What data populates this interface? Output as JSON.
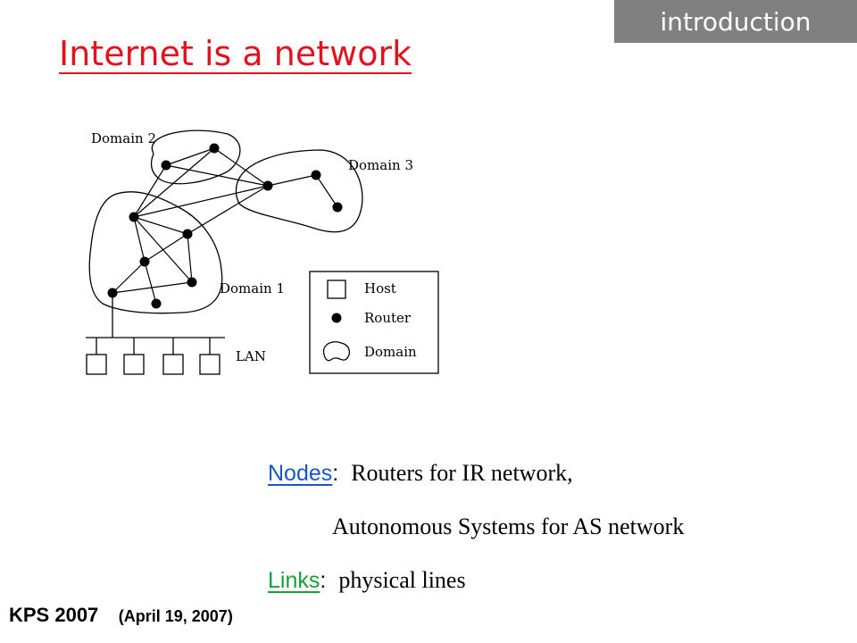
{
  "section_tag": "introduction",
  "title": "Internet is a network",
  "diagram": {
    "domain_labels": [
      "Domain 1",
      "Domain 2",
      "Domain 3"
    ],
    "lan_label": "LAN",
    "legend": [
      {
        "icon": "host-square",
        "label": "Host"
      },
      {
        "icon": "router-dot",
        "label": "Router"
      },
      {
        "icon": "domain-blob",
        "label": "Domain"
      }
    ]
  },
  "bullets": {
    "nodes_key": "Nodes",
    "nodes_line1": "Routers for IR network,",
    "nodes_line2": "Autonomous Systems for AS network",
    "links_key": "Links",
    "links_text": "physical lines"
  },
  "footer": {
    "kps": "KPS 2007",
    "date": "(April 19, 2007)"
  }
}
